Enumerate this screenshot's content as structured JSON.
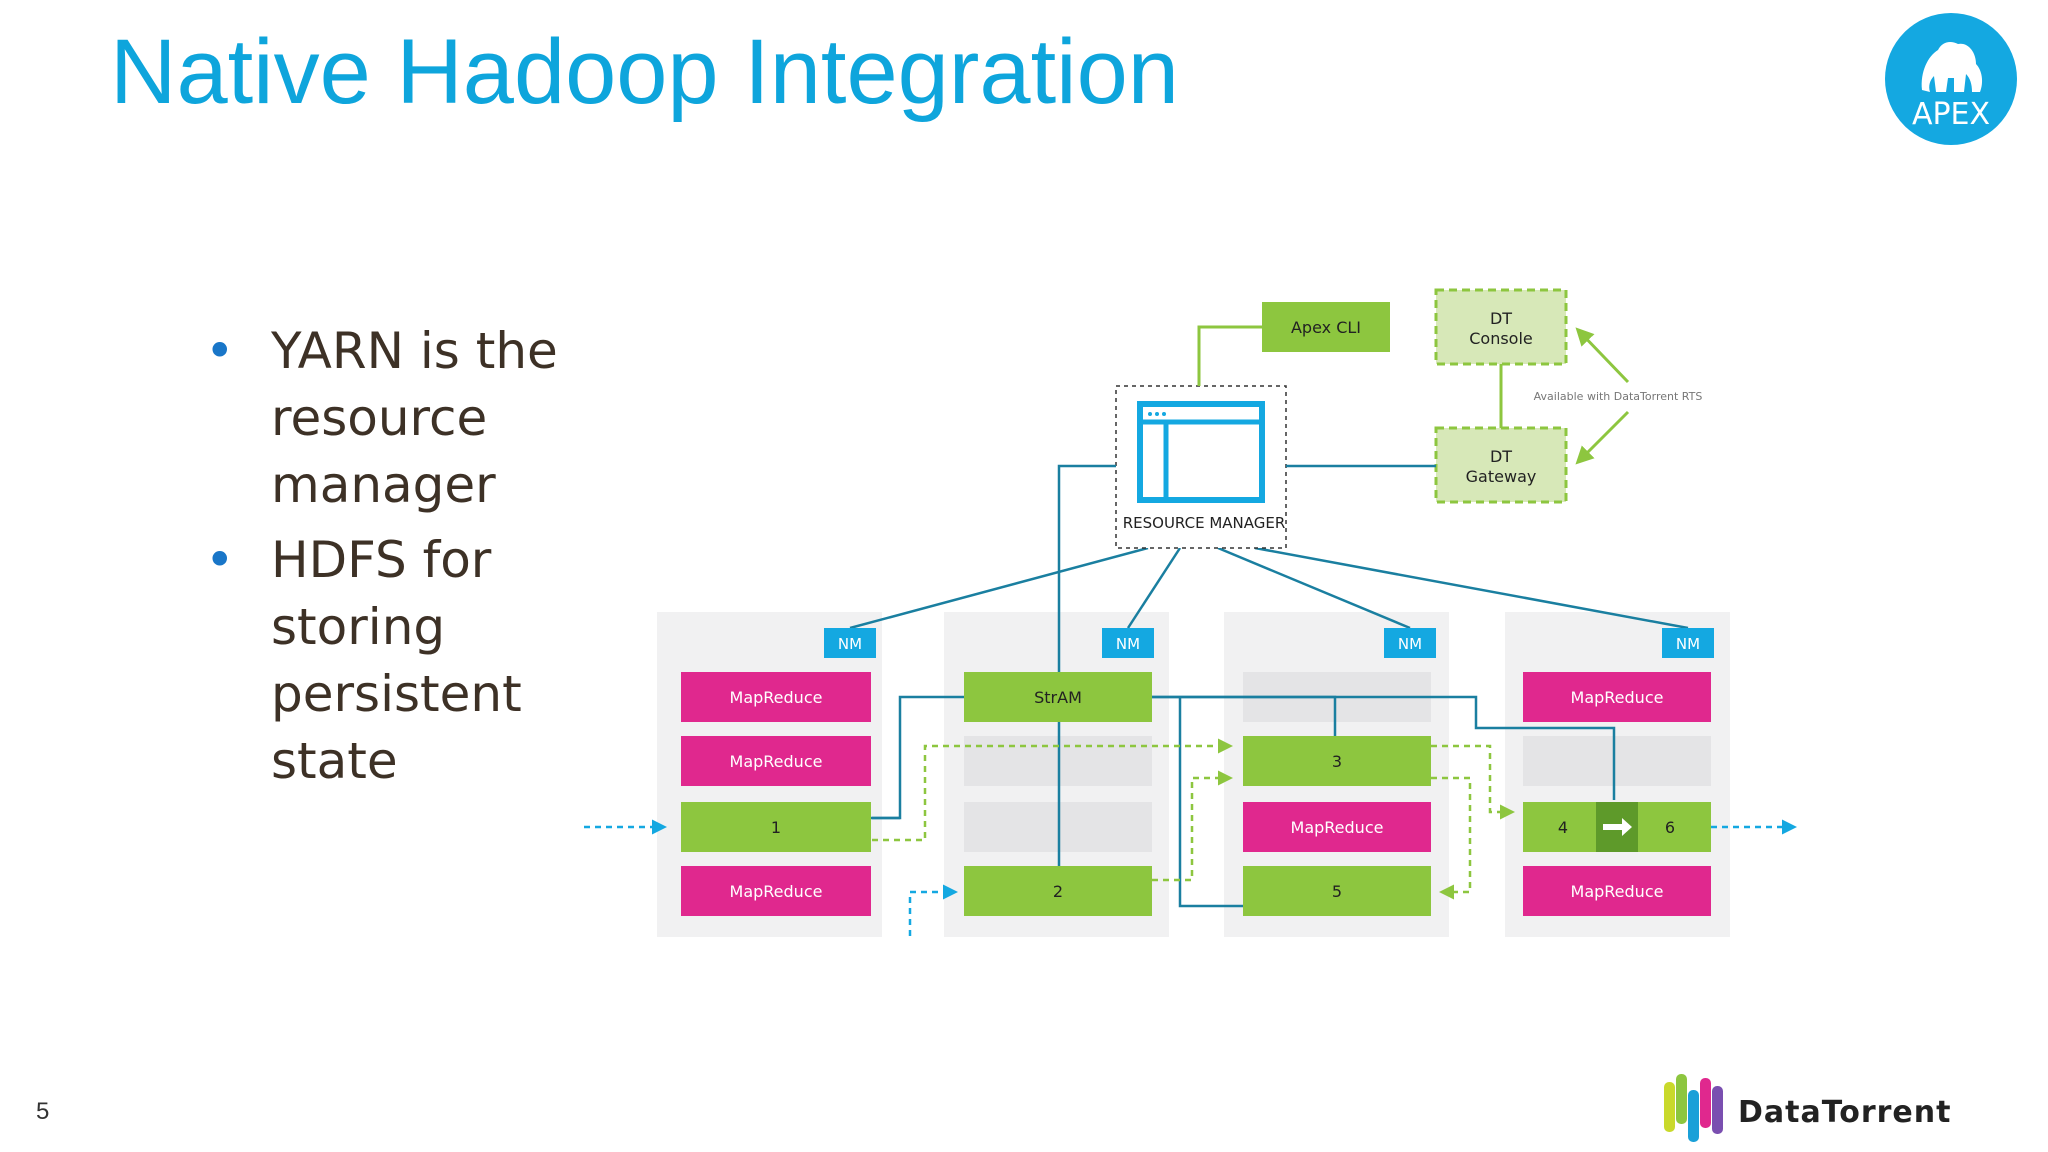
{
  "slide": {
    "title": "Native Hadoop Integration",
    "number": "5",
    "bullets": [
      "YARN is the resource manager",
      "HDFS for storing persistent state"
    ]
  },
  "diagram": {
    "apex_cli": "Apex CLI",
    "dt_console": [
      "DT",
      "Console"
    ],
    "dt_gateway": [
      "DT",
      "Gateway"
    ],
    "available_note": "Available with DataTorrent RTS",
    "resource_manager": "RESOURCE MANAGER",
    "nm_label": "NM",
    "mapreduce": "MapReduce",
    "stram": "StrAM",
    "op1": "1",
    "op2": "2",
    "op3": "3",
    "op4": "4",
    "op5": "5",
    "op6": "6"
  },
  "logos": {
    "apex": "APEX",
    "datatorrent": "DataTorrent"
  },
  "colors": {
    "title": "#0ea5dc",
    "green": "#8dc63f",
    "magenta": "#e0288e",
    "nm_blue": "#14a8e1",
    "line_teal": "#1a7fa0",
    "dt_panel": "#d7e8b8"
  }
}
